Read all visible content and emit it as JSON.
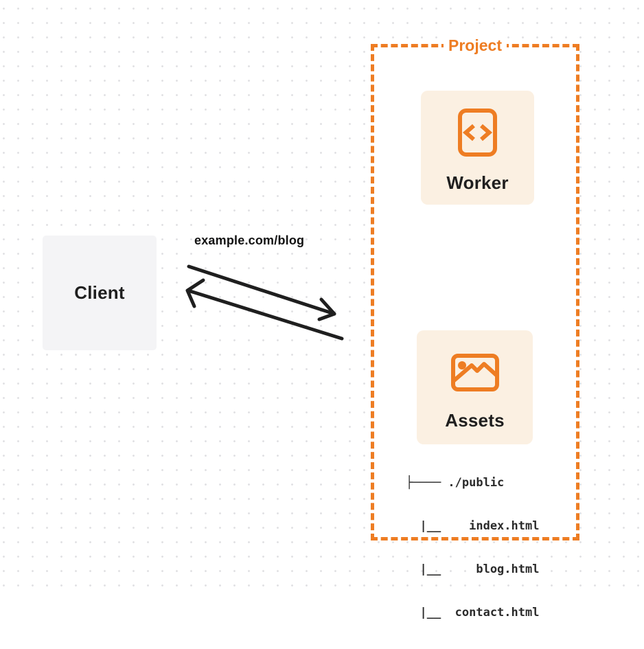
{
  "colors": {
    "accent": "#EE7D23",
    "cream": "#FBF0E2",
    "ink": "#1F1F1F",
    "clientbg": "#F4F4F6",
    "dot": "#E1E1E4"
  },
  "client": {
    "label": "Client"
  },
  "request_label": "example.com/blog",
  "project": {
    "title": "Project",
    "worker": {
      "label": "Worker",
      "icon": "code-document-icon"
    },
    "assets": {
      "label": "Assets",
      "icon": "image-icon",
      "file_tree": [
        "├──── ./public",
        "  |__    index.html",
        "  |__     blog.html",
        "  |__  contact.html"
      ]
    }
  }
}
